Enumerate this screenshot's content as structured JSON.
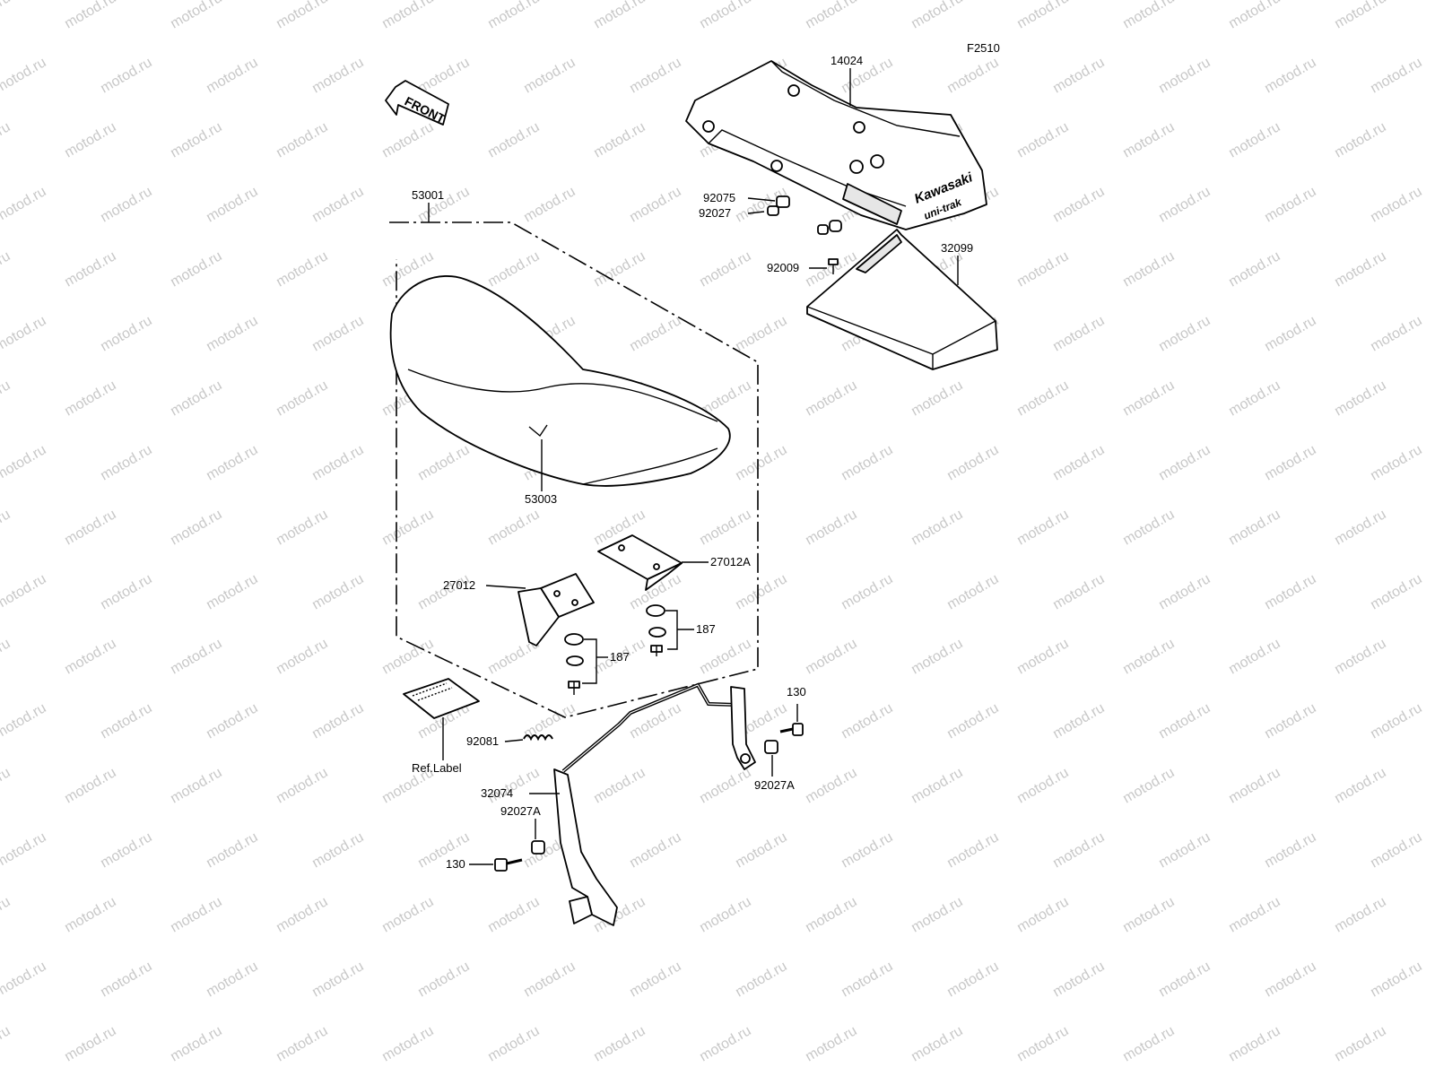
{
  "diagram_code": "F2510",
  "front_arrow": "FRONT",
  "brand_logo": "Kawasaki",
  "brand_sub": "uni-trak",
  "watermark": "motod.ru",
  "callouts": [
    {
      "id": "14024",
      "text": "14024"
    },
    {
      "id": "53001",
      "text": "53001"
    },
    {
      "id": "92075",
      "text": "92075"
    },
    {
      "id": "92027",
      "text": "92027"
    },
    {
      "id": "32099",
      "text": "32099"
    },
    {
      "id": "92009",
      "text": "92009"
    },
    {
      "id": "53003",
      "text": "53003"
    },
    {
      "id": "27012A",
      "text": "27012A"
    },
    {
      "id": "27012",
      "text": "27012"
    },
    {
      "id": "187a",
      "text": "187"
    },
    {
      "id": "187b",
      "text": "187"
    },
    {
      "id": "130a",
      "text": "130"
    },
    {
      "id": "92081",
      "text": "92081"
    },
    {
      "id": "92027Aa",
      "text": "92027A"
    },
    {
      "id": "ref-label",
      "text": "Ref.Label"
    },
    {
      "id": "32074",
      "text": "32074"
    },
    {
      "id": "92027Ab",
      "text": "92027A"
    },
    {
      "id": "130b",
      "text": "130"
    }
  ]
}
